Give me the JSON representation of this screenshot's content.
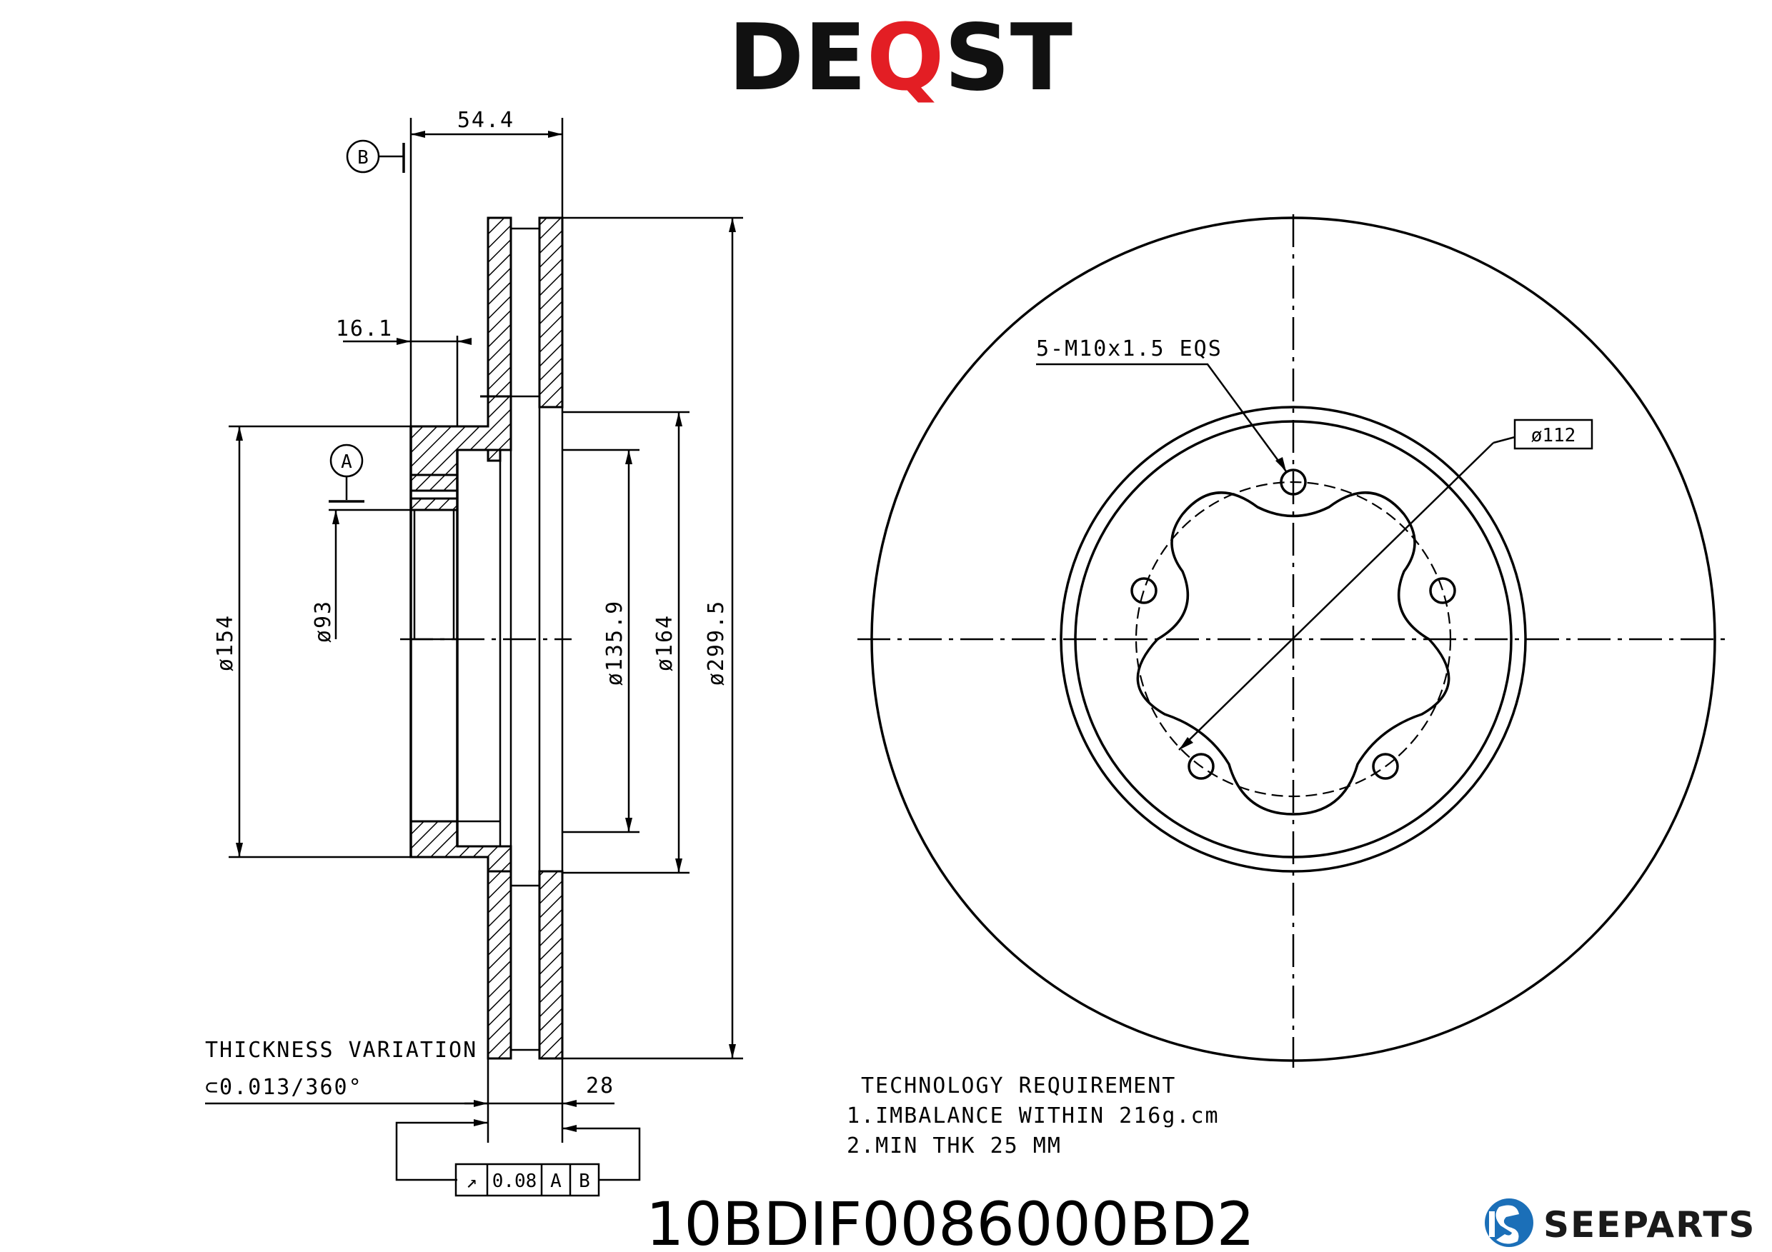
{
  "brand": {
    "part1": "DE",
    "part2": "Q",
    "part3": "ST",
    "accent_color": "#e31e24",
    "text_color": "#111111"
  },
  "part_number": "10BDIF0086000BD2",
  "seeparts": {
    "text": "SEEPARTS",
    "icon": "seeparts-logo-icon",
    "color": "#1b6fb8"
  },
  "datums": {
    "a": "A",
    "b": "B"
  },
  "dims": {
    "offset": "54.4",
    "hat_depth": "16.1",
    "d154": "ø154",
    "d93": "ø93",
    "d135": "ø135.9",
    "d164": "ø164",
    "d299": "ø299.5",
    "thickness": "28",
    "pcd": "ø112",
    "holes": "5-M10x1.5 EQS"
  },
  "thickness_variation": {
    "title": "THICKNESS  VARIATION",
    "value": "⊂0.013/360°"
  },
  "tolerance_frame": {
    "symbol": "↗",
    "value": "0.08",
    "ref1": "A",
    "ref2": "B"
  },
  "tech": {
    "title": "TECHNOLOGY  REQUIREMENT",
    "line1": "1.IMBALANCE  WITHIN  216g.cm",
    "line2": "2.MIN  THK  25  MM"
  }
}
